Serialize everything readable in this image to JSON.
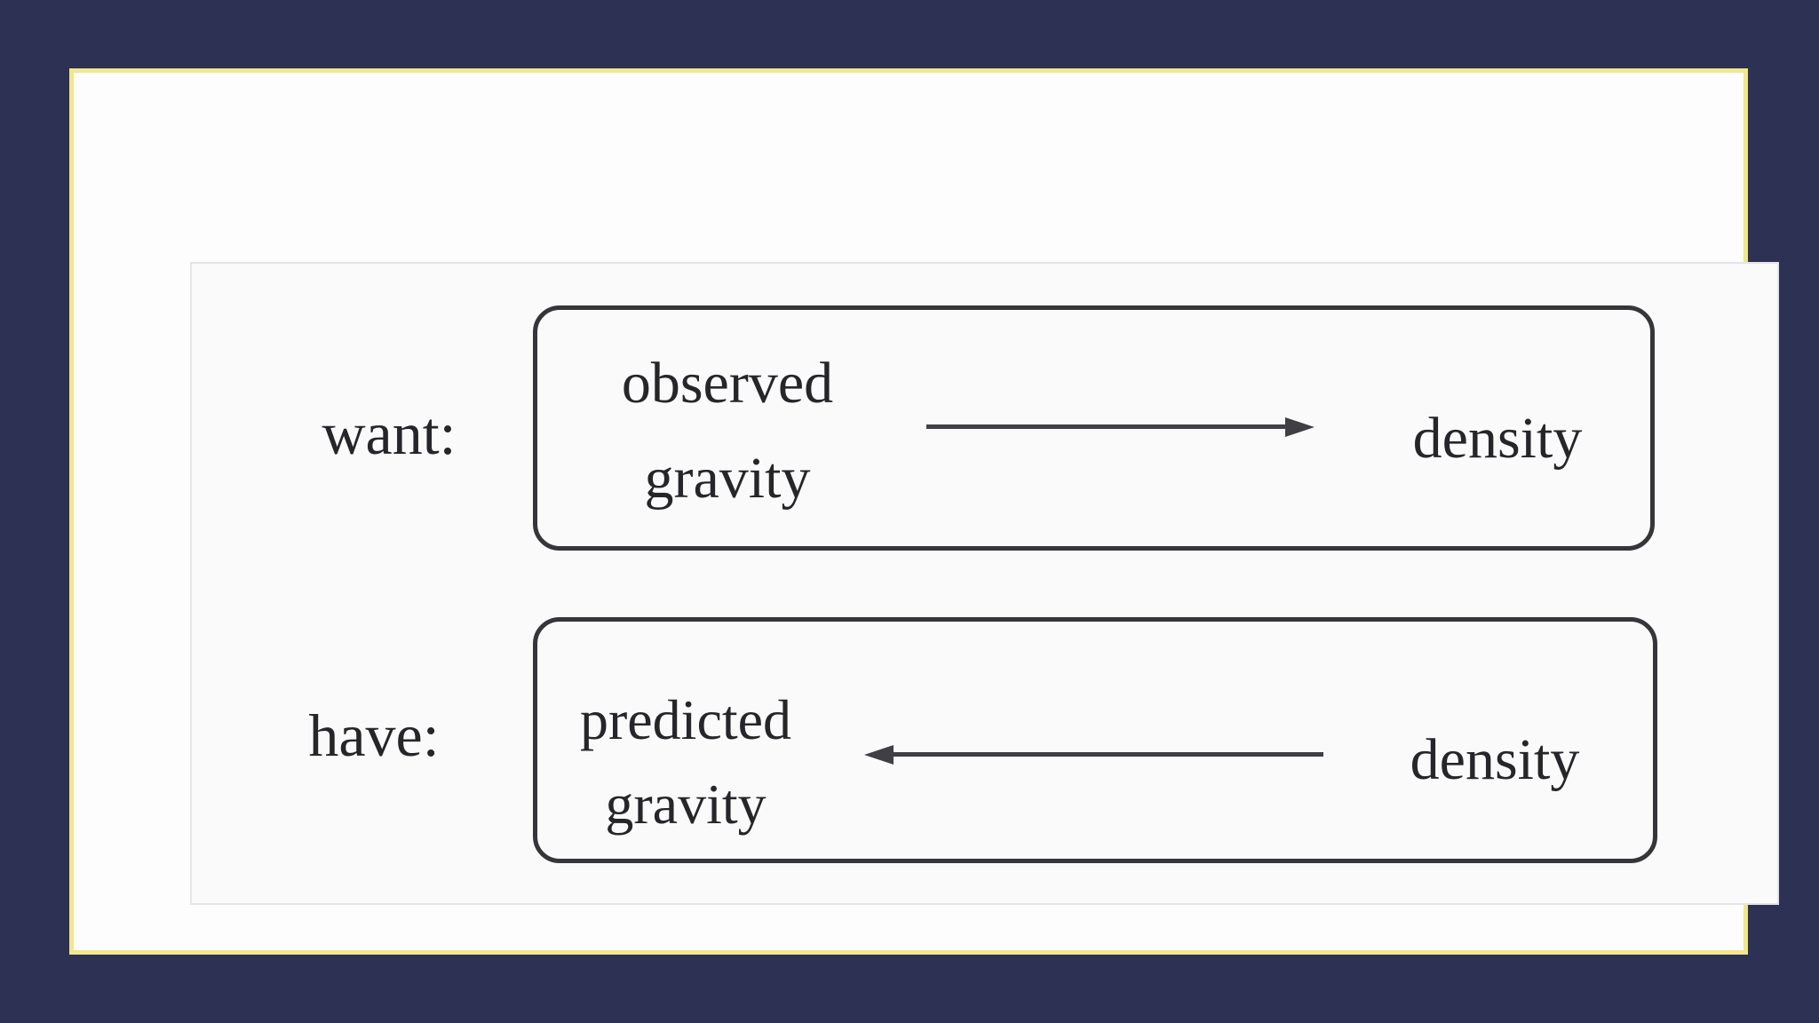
{
  "colors": {
    "background_navy": "#2d3153",
    "slide_border_yellow": "#f1e78c",
    "slide_background": "#fdfdfd",
    "panel_background": "#fafafb",
    "panel_border": "#e4e4e9",
    "box_border": "#35353a",
    "arrow": "#3f3f44",
    "text": "#26262a"
  },
  "diagram": {
    "rows": [
      {
        "label": "want:",
        "box_line1": "observed",
        "box_line2": "gravity",
        "arrow_direction": "right",
        "target": "density"
      },
      {
        "label": "have:",
        "box_line1": "predicted",
        "box_line2": "gravity",
        "arrow_direction": "left",
        "target": "density"
      }
    ]
  }
}
